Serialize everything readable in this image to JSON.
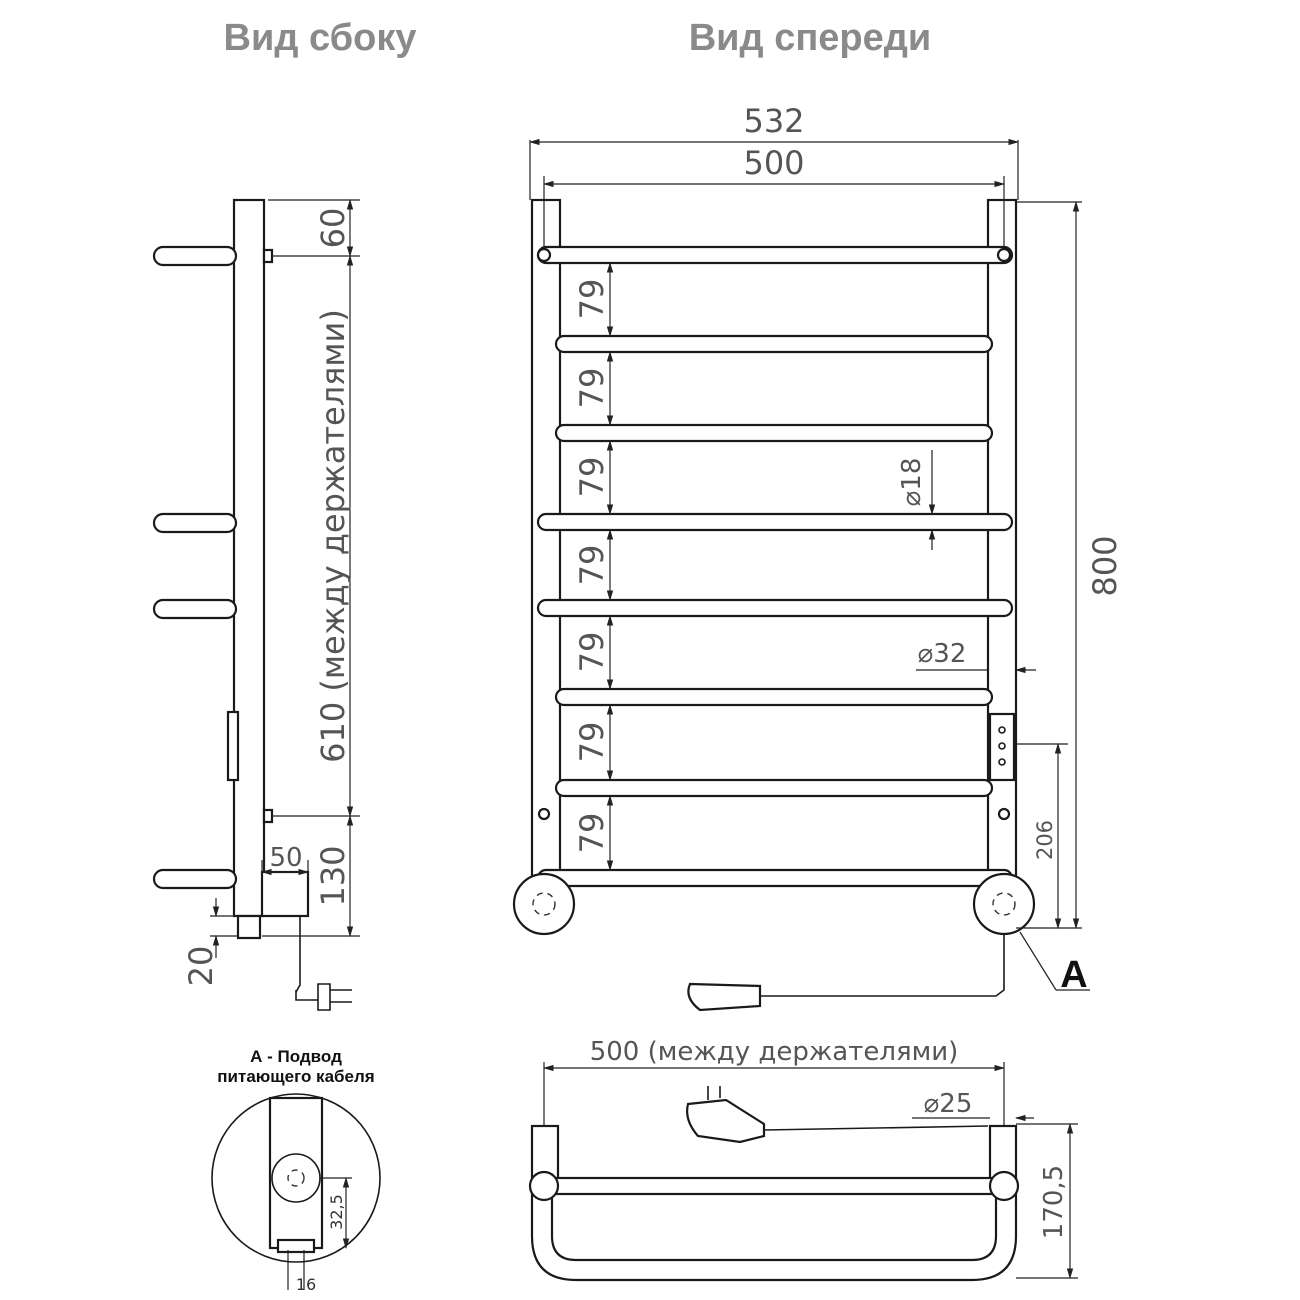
{
  "views": {
    "side_title": "Вид сбоку",
    "front_title": "Вид спереди"
  },
  "front": {
    "overall_width": "532",
    "holder_width": "500",
    "height": "800",
    "bar_spacing": "79",
    "bar_spacings": [
      "79",
      "79",
      "79",
      "79",
      "79",
      "79",
      "79"
    ],
    "bar_diameter": "⌀18",
    "post_diameter": "⌀32",
    "control_height": "206",
    "callout": "A"
  },
  "side": {
    "top_offset": "60",
    "holder_distance": "610 (между держателями)",
    "bottom_offset": "130",
    "depth": "50",
    "foot": "20"
  },
  "detail": {
    "title_line1": "А - Подвод",
    "title_line2": "питающего кабеля",
    "height": "32,5",
    "width": "16"
  },
  "top": {
    "holder_distance": "500 (между держателями)",
    "diameter": "⌀25",
    "depth": "170,5"
  }
}
